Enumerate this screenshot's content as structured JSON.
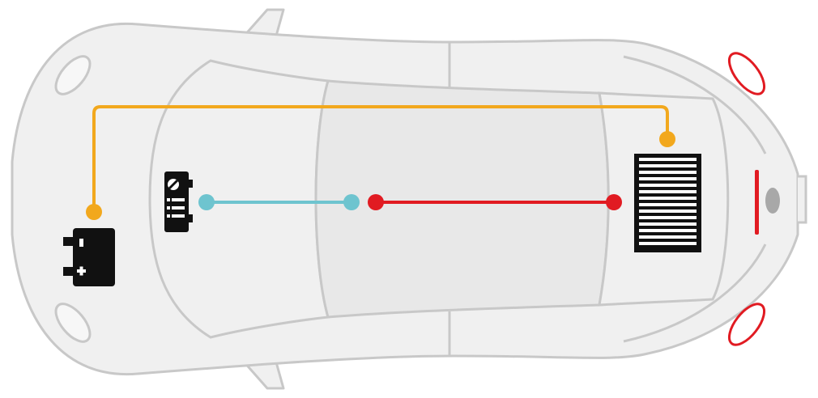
{
  "diagram": {
    "type": "car-top-view-wiring",
    "colors": {
      "body_fill": "#f0f0f0",
      "body_stroke": "#c8c8c8",
      "cabin_fill": "#e8e8e8",
      "battery_wire": "#f2a81d",
      "signal_wire": "#6ec4cf",
      "power_wire": "#e11b22",
      "component": "#111111",
      "taillight": "#e11b22",
      "exhaust": "#a8a8a8"
    },
    "components": [
      {
        "id": "battery",
        "icon": "car-battery-icon"
      },
      {
        "id": "head-unit",
        "icon": "car-stereo-icon"
      },
      {
        "id": "amplifier",
        "icon": "amplifier-icon"
      }
    ],
    "wires": [
      {
        "id": "battery-to-amplifier",
        "color_key": "battery_wire",
        "from": "battery",
        "to": "amplifier"
      },
      {
        "id": "head-unit-signal",
        "color_key": "signal_wire",
        "from": "head-unit",
        "to": "cabin"
      },
      {
        "id": "amplifier-power",
        "color_key": "power_wire",
        "from": "cabin",
        "to": "amplifier"
      }
    ]
  }
}
